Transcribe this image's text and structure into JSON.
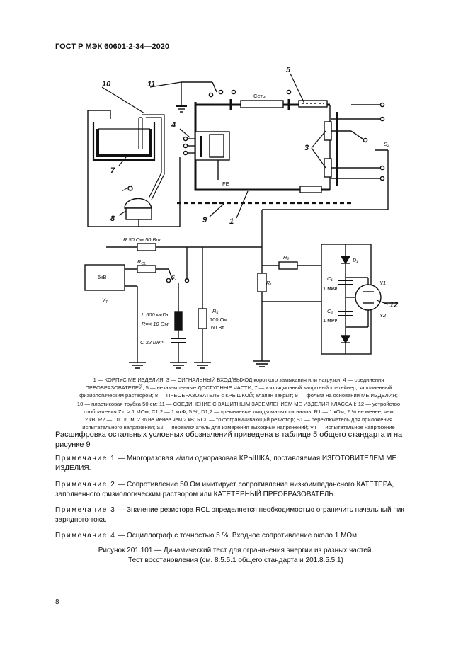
{
  "header": "ГОСТ Р МЭК 60601-2-34—2020",
  "diagram": {
    "callouts": [
      "10",
      "11",
      "5",
      "4",
      "3",
      "7",
      "8",
      "9",
      "1",
      "12"
    ],
    "labels": {
      "net": "Сеть",
      "fe": "FE",
      "s2": "S₂",
      "r50": "R 50 Ом 50 Вт",
      "rcl": "R",
      "rcl_sub": "CL",
      "s1": "S₁",
      "source": "5кВ",
      "vt": "V",
      "vt_sub": "T",
      "l_val": "L 500 мкГн",
      "r_val": "R=< 10 Ом",
      "c_val": "C 32 мкФ",
      "r4": "R₄",
      "r4_val1": "100 Ом",
      "r4_val2": "60 Вт",
      "r2": "R₂",
      "r1": "R₁",
      "d1": "D₁",
      "c1": "C₁",
      "c1_val": "1 мкФ",
      "c2": "C₂",
      "c2_val": "1 мкФ",
      "y1": "Y1",
      "y2": "Y2"
    }
  },
  "legend_lines": [
    "1 — КОРПУС МЕ ИЗДЕЛИЯ; 3 — СИГНАЛЬНЫЙ ВХОД/ВЫХОД короткого замыкания или нагрузки; 4 — соединения",
    "ПРЕОБРАЗОВАТЕЛЕЙ; 5 — незаземленные ДОСТУПНЫЕ ЧАСТИ; 7 — изоляционный защитный контейнер, заполненный",
    "физиологическим раствором; 8 — ПРЕОБРАЗОВАТЕЛЬ с КРЫШКОЙ; клапан закрыт; 9 — фольга на основании МЕ ИЗДЕЛИЯ;",
    "10 — пластиковая трубка 50 см; 11 — СОЕДИНЕНИЕ С ЗАЩИТНЫМ ЗАЗЕМЛЕНИЕМ МЕ ИЗДЕЛИЯ КЛАССА I; 12 — устройство",
    "отображения Zin > 1 МОм; C1,2 — 1 мкФ, 5 %; D1,2 — кремниевые диоды малых сигналов; R1 — 1 кОм, 2 % не менее, чем",
    "2 кВ; R2 — 100 кОм, 2 % не менее чем 2 кВ; RCL — токоограничивающий резистор; S1 — переключатель для приложения",
    "испытательного напряжения; S2 — переключатель для измерения выходных напряжений; VT — испытательное напряжение"
  ],
  "description": "Расшифровка остальных условных обозначений приведена в таблице 5 общего стандарта и на рисунке 9",
  "notes": [
    {
      "label": "Примечание 1",
      "text": " — Многоразовая и/или одноразовая КРЫШКА, поставляемая ИЗГОТОВИТЕЛЕМ МЕ ИЗДЕЛИЯ."
    },
    {
      "label": "Примечание 2",
      "text": " — Сопротивление 50 Ом имитирует сопротивление низкоимпедансного КАТЕТЕРА, заполненного физиологическим раствором или КАТЕТЕРНЫЙ ПРЕОБРАЗОВАТЕЛЬ."
    },
    {
      "label": "Примечание 3",
      "text": " — Значение резистора RCL определяется необходимостью ограничить начальный пик зарядного тока."
    },
    {
      "label": "Примечание 4",
      "text": " — Осциллограф с точностью 5 %. Входное сопротивление около 1 МОм."
    }
  ],
  "caption": {
    "line1": "Рисунок 201.101 — Динамический тест для ограничения энергии из разных частей.",
    "line2": "Тест восстановления (см. 8.5.5.1 общего стандарта и 201.8.5.5.1)"
  },
  "page_number": "8"
}
